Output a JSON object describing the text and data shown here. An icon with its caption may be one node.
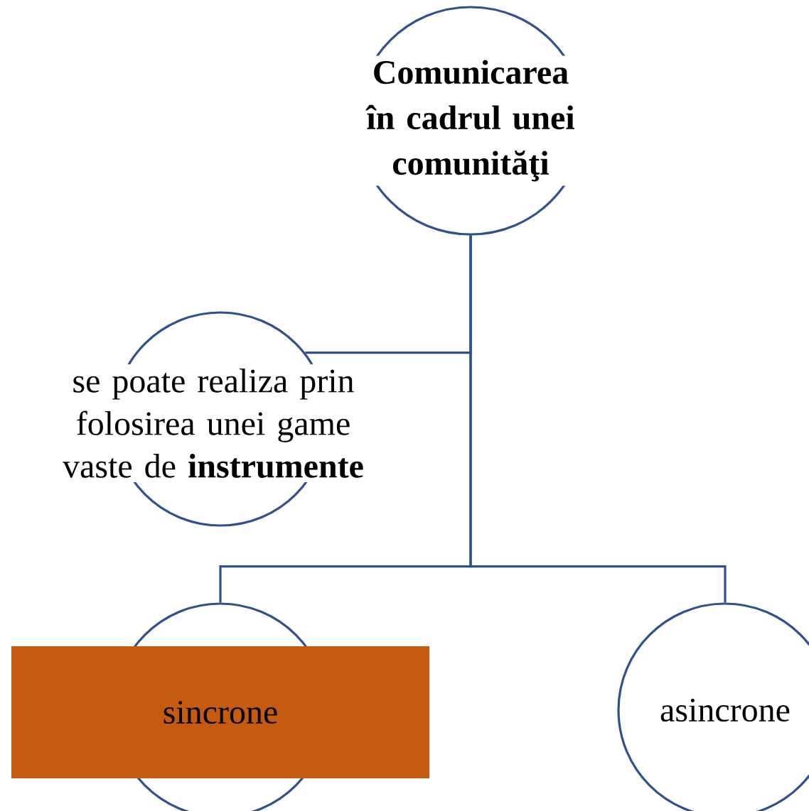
{
  "diagram": {
    "nodes": [
      {
        "text": [
          "Comunicarea în cadrul unei comunităţi"
        ]
      },
      {
        "text": [
          "se poate realiza prin folosirea unei game vaste de **instrumente**"
        ]
      },
      {
        "text": [
          "sincrone"
        ]
      },
      {
        "text": [
          "asincrone"
        ]
      }
    ],
    "edges": [
      {
        "from": 0,
        "to": 1,
        "arrow": "none"
      },
      {
        "from": 0,
        "to": 2,
        "arrow": "none"
      },
      {
        "from": 0,
        "to": 3,
        "arrow": "none"
      }
    ]
  }
}
